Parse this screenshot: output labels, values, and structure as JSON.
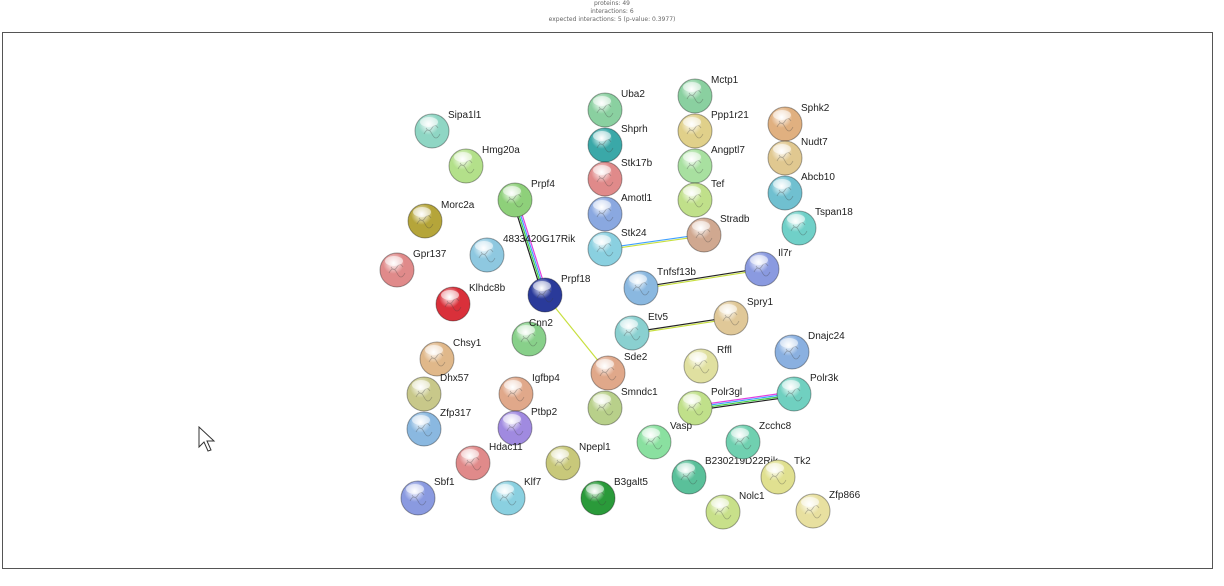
{
  "summary": {
    "proteins": "proteins: 49",
    "interactions": "interactions: 6",
    "expected": "expected interactions: 5 (p-value: 0.3977)"
  },
  "nodes": [
    {
      "label": "Sipa1l1",
      "color": "#8fd6c4"
    },
    {
      "label": "Hmg20a",
      "color": "#b3e08a"
    },
    {
      "label": "Morc2a",
      "color": "#b5a53a"
    },
    {
      "label": "Gpr137",
      "color": "#e08a8a"
    },
    {
      "label": "Klhdc8b",
      "color": "#d9303a"
    },
    {
      "label": "Prpf4",
      "color": "#8ed07a"
    },
    {
      "label": "4833420G17Rik",
      "color": "#8ec8e0"
    },
    {
      "label": "Prpf18",
      "color": "#2a3a9a"
    },
    {
      "label": "Cnn2",
      "color": "#88d08a"
    },
    {
      "label": "Chsy1",
      "color": "#e0b88a"
    },
    {
      "label": "Dhx57",
      "color": "#c8c88a"
    },
    {
      "label": "Zfp317",
      "color": "#8ab8e0"
    },
    {
      "label": "Igfbp4",
      "color": "#e0a88a"
    },
    {
      "label": "Ptbp2",
      "color": "#a08ae0"
    },
    {
      "label": "Hdac11",
      "color": "#e08a8a"
    },
    {
      "label": "Sbf1",
      "color": "#8a9ae0"
    },
    {
      "label": "Klf7",
      "color": "#8ad0e0"
    },
    {
      "label": "Npepl1",
      "color": "#c8c87a"
    },
    {
      "label": "B3galt5",
      "color": "#2a9a3a"
    },
    {
      "label": "Uba2",
      "color": "#8ad0a0"
    },
    {
      "label": "Shprh",
      "color": "#3aa8a8"
    },
    {
      "label": "Stk17b",
      "color": "#e08a8a"
    },
    {
      "label": "Amotl1",
      "color": "#8aa8e0"
    },
    {
      "label": "Stk24",
      "color": "#8ad0e0"
    },
    {
      "label": "Sde2",
      "color": "#e0a88a"
    },
    {
      "label": "Smndc1",
      "color": "#b8d08a"
    },
    {
      "label": "Mctp1",
      "color": "#8ad0a0"
    },
    {
      "label": "Ppp1r21",
      "color": "#e0d08a"
    },
    {
      "label": "Angptl7",
      "color": "#a8e0a0"
    },
    {
      "label": "Tef",
      "color": "#c0e08a"
    },
    {
      "label": "Stradb",
      "color": "#d0a890"
    },
    {
      "label": "Tnfsf13b",
      "color": "#8ab8e0"
    },
    {
      "label": "Etv5",
      "color": "#8ad0d0"
    },
    {
      "label": "Spry1",
      "color": "#e0c898"
    },
    {
      "label": "Rffl",
      "color": "#e0e0a0"
    },
    {
      "label": "Polr3gl",
      "color": "#c0e08a"
    },
    {
      "label": "Vasp",
      "color": "#8ae0a0"
    },
    {
      "label": "B230219D22Rik",
      "color": "#5ac09a"
    },
    {
      "label": "Nolc1",
      "color": "#c8e08a"
    },
    {
      "label": "Sphk2",
      "color": "#e0b080"
    },
    {
      "label": "Nudt7",
      "color": "#e0c890"
    },
    {
      "label": "Abcb10",
      "color": "#70c0d0"
    },
    {
      "label": "Tspan18",
      "color": "#70d0c8"
    },
    {
      "label": "Il7r",
      "color": "#8a9ae0"
    },
    {
      "label": "Dnajc24",
      "color": "#8ab0e0"
    },
    {
      "label": "Polr3k",
      "color": "#70d0c0"
    },
    {
      "label": "Zcchc8",
      "color": "#70d0b0"
    },
    {
      "label": "Tk2",
      "color": "#e0e090"
    },
    {
      "label": "Zfp866",
      "color": "#e8e0a0"
    }
  ],
  "edges": [
    {
      "from": "Prpf4",
      "to": "Prpf18",
      "colors": [
        "#e040e0",
        "#40a0ff",
        "#40d040",
        "#222222"
      ]
    },
    {
      "from": "Prpf18",
      "to": "Sde2",
      "colors": [
        "#c8e040"
      ]
    },
    {
      "from": "Stk24",
      "to": "Stradb",
      "colors": [
        "#40a0ff",
        "#c8e040"
      ]
    },
    {
      "from": "Tnfsf13b",
      "to": "Il7r",
      "colors": [
        "#222222",
        "#c8e040"
      ]
    },
    {
      "from": "Etv5",
      "to": "Spry1",
      "colors": [
        "#222222",
        "#c8e040"
      ]
    },
    {
      "from": "Polr3gl",
      "to": "Polr3k",
      "colors": [
        "#e040e0",
        "#40a0ff",
        "#40d040",
        "#222222"
      ]
    }
  ]
}
